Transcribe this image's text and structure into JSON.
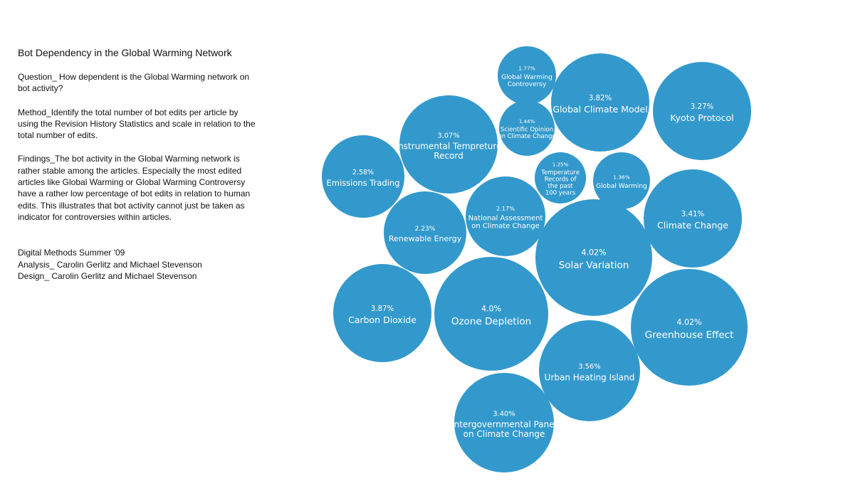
{
  "title": "Bot Dependency in the Global Warming Network",
  "question": "Question_ How dependent is the Global Warming network on bot activity?",
  "method": "Method_Identify the total number of bot edits per article by using the Revision History Statistics and scale in relation to the total number of edits.",
  "findings": "Findings_The bot activity in the Global Warming network is rather stable among the articles. Especially the most edited articles like Global Warming or Global Warming Controversy have a rather low percentage of bot edits in relation to human edits. This illustrates that bot activity cannot just be taken as indicator for controversies within articles.",
  "credits": {
    "line1": "Digital Methods Summer '09",
    "line2": "Analysis_ Carolin Gerlitz and Michael Stevenson",
    "line3": "Design_ Carolin Gerlitz and Michael Stevenson"
  },
  "chart_data": {
    "type": "bubble",
    "value_unit": "% bot edits",
    "color": "#3399cc",
    "label_color": "#ffffff",
    "items": [
      {
        "label": "Global Warming Controversy",
        "display": "1.77%",
        "value": 1.77
      },
      {
        "label": "Global Climate Model",
        "display": "3.82%",
        "value": 3.82
      },
      {
        "label": "Kyoto Protocol",
        "display": "3.27%",
        "value": 3.27
      },
      {
        "label": "Instrumental Tempreture Record",
        "display": "3.07%",
        "value": 3.07
      },
      {
        "label": "Scientific Opinion on Climate Change",
        "display": "1.44%",
        "value": 1.44
      },
      {
        "label": "Emissions Trading",
        "display": "2.58%",
        "value": 2.58
      },
      {
        "label": "Temperature Records of the past 100 years",
        "display": "1.25%",
        "value": 1.25
      },
      {
        "label": "Global Warming",
        "display": "1.36%",
        "value": 1.36
      },
      {
        "label": "National Assessment on Climate Change",
        "display": "2.17%",
        "value": 2.17
      },
      {
        "label": "Renewable Energy",
        "display": "2.23%",
        "value": 2.23
      },
      {
        "label": "Climate Change",
        "display": "3.41%",
        "value": 3.41
      },
      {
        "label": "Solar Variation",
        "display": "4.02%",
        "value": 4.02
      },
      {
        "label": "Carbon Dioxide",
        "display": "3.87%",
        "value": 3.87
      },
      {
        "label": "Ozone Depletion",
        "display": "4.0%",
        "value": 4.0
      },
      {
        "label": "Greenhouse Effect",
        "display": "4.02%",
        "value": 4.02
      },
      {
        "label": "Urban Heating Island",
        "display": "3.56%",
        "value": 3.56
      },
      {
        "label": "Intergovernmental Panel on Climate Change",
        "display": "3.40%",
        "value": 3.4
      }
    ]
  }
}
